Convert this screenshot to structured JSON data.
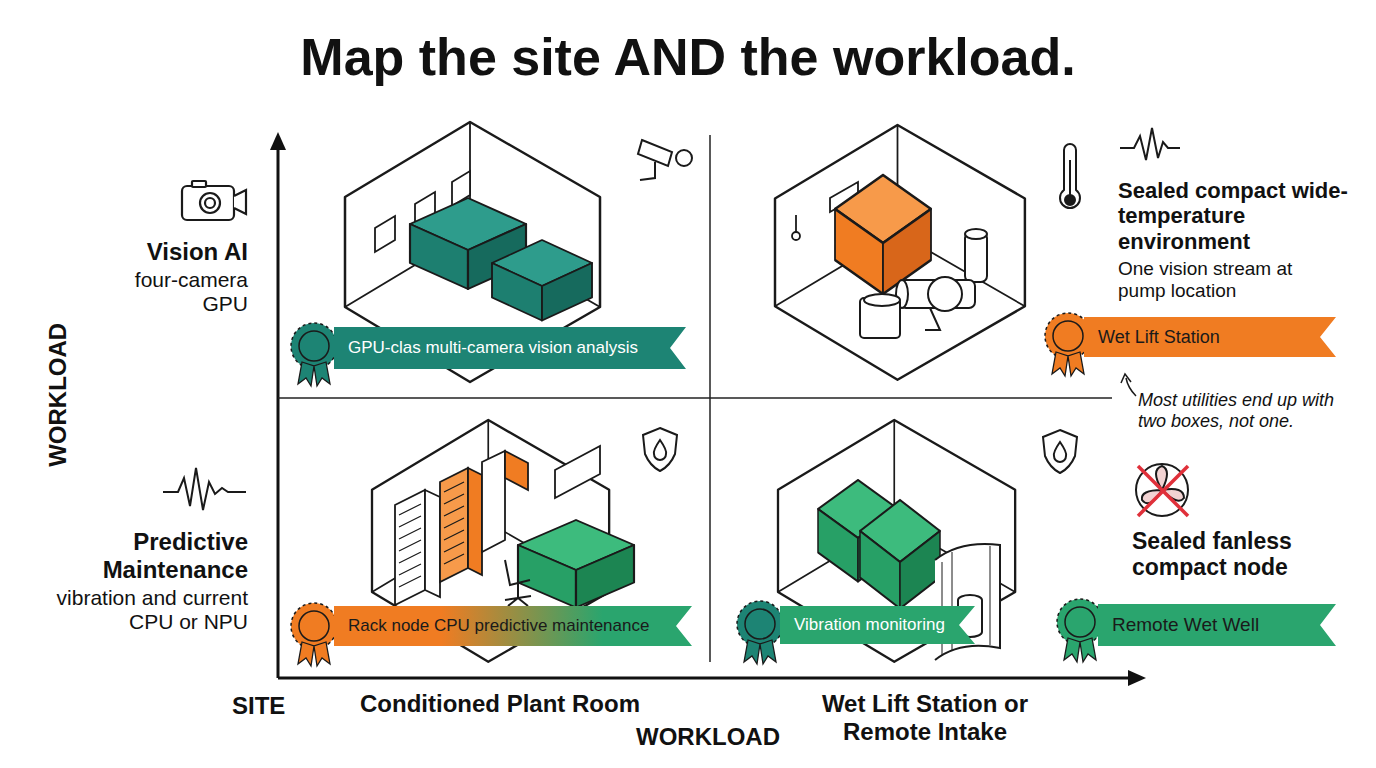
{
  "diagram": {
    "title": "Map the site AND the workload.",
    "nodes": [
      {
        "text": [
          "GPU-clas multi-camera vision analysis"
        ]
      },
      {
        "text": [
          "Wet Lift Station"
        ]
      },
      {
        "text": [
          "Rack node CPU predictive maintenance"
        ]
      },
      {
        "text": [
          "Vibration monitoring"
        ]
      },
      {
        "text": [
          "Remote Wet Well"
        ]
      }
    ],
    "labels": [
      "WORKLOAD",
      "Vision AI",
      "four-camera GPU",
      "Predictive Maintenance",
      "vibration and current CPU or NPU",
      "Sealed compact wide-temperature environment",
      "One vision stream at pump location",
      "Most utilities end up with two boxes, not one.",
      "Sealed fanless compact node",
      "SITE",
      "Conditioned Plant Room",
      "WORKLOAD",
      "Wet Lift Station or Remote Intake"
    ]
  }
}
